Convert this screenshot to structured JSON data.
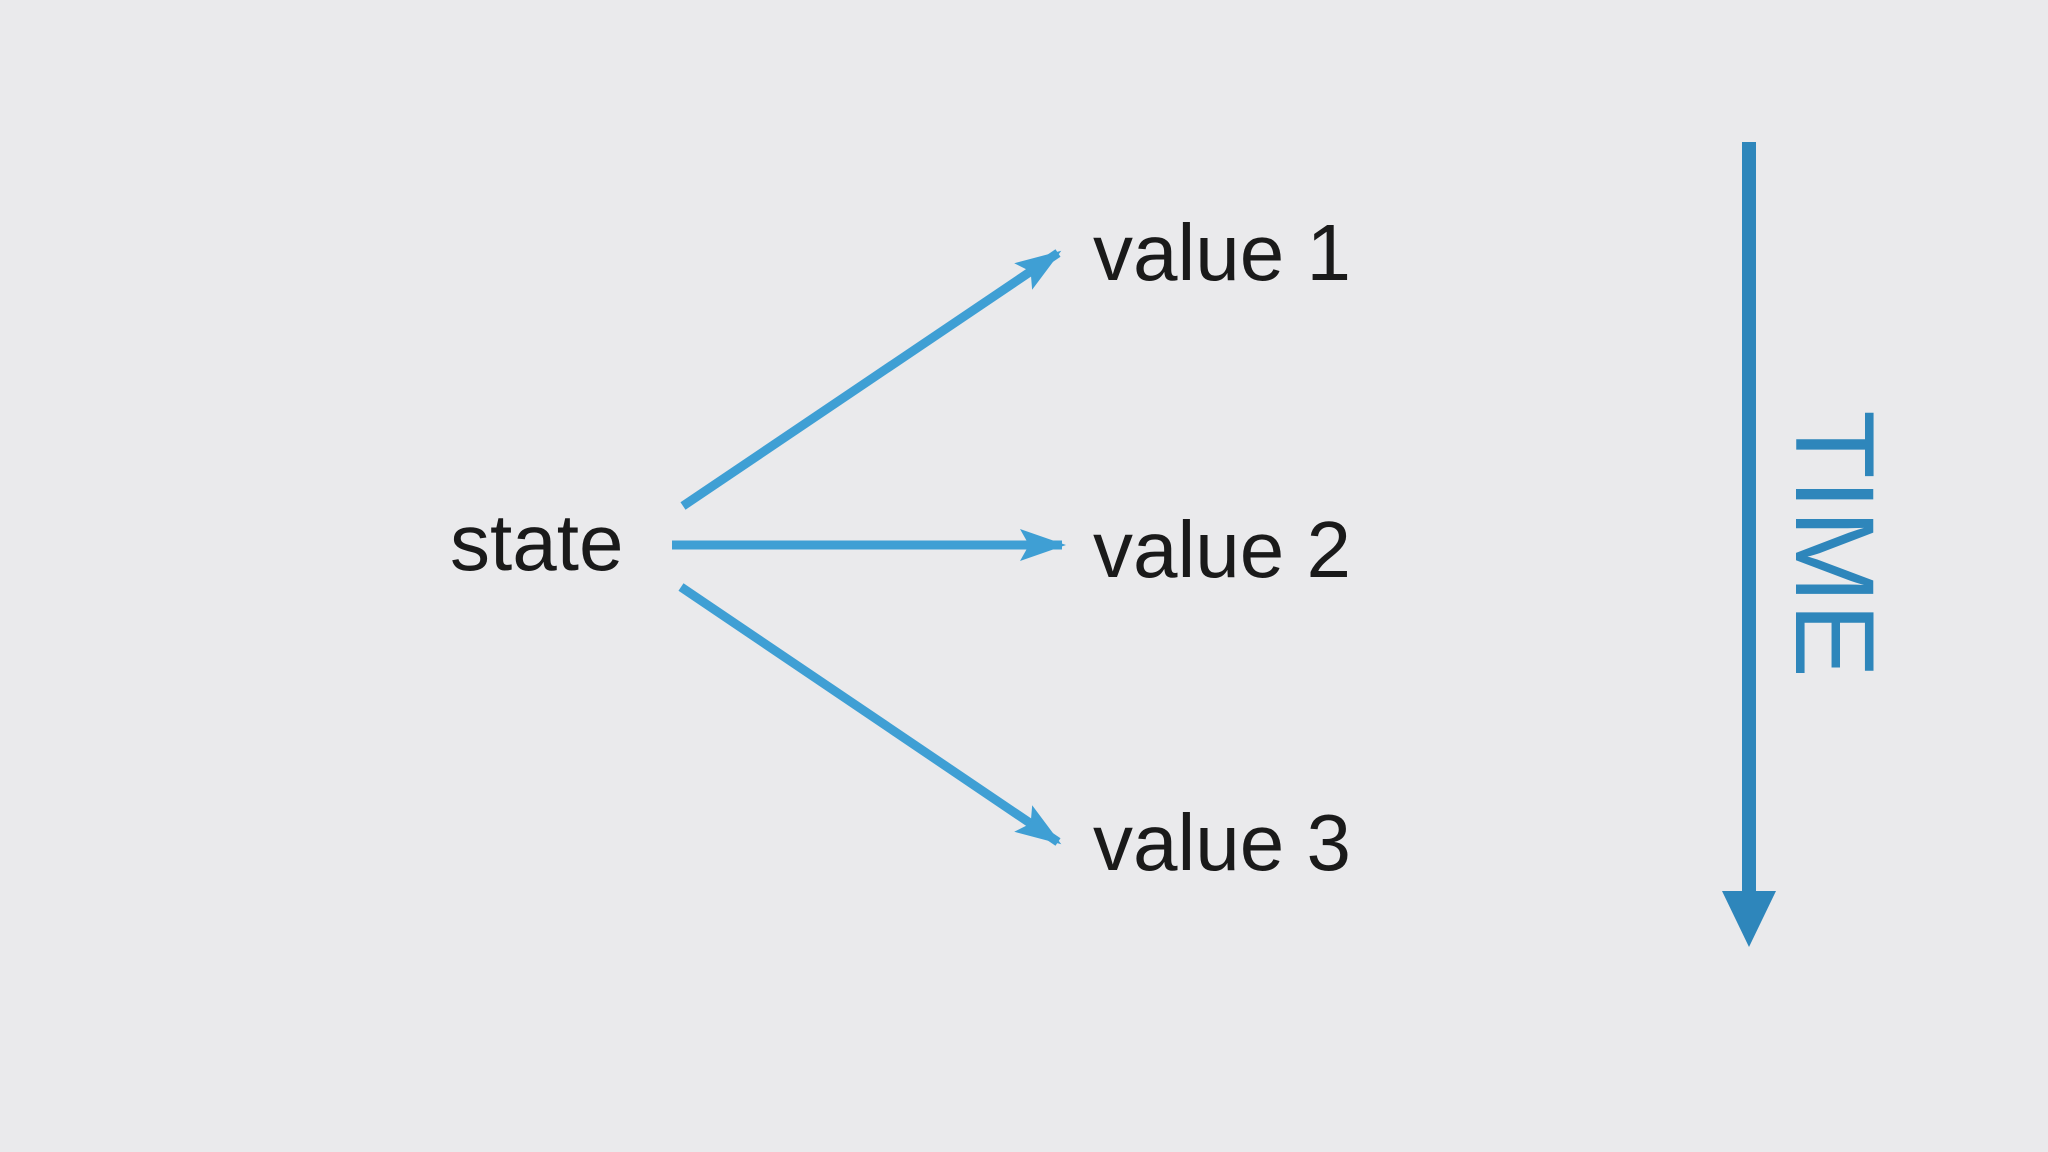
{
  "diagram": {
    "state_label": "state",
    "values": [
      {
        "label": "value 1"
      },
      {
        "label": "value 2"
      },
      {
        "label": "value 3"
      }
    ],
    "time_label": "TIME"
  },
  "colors": {
    "background": "#eaeaec",
    "fanout_arrow": "#3f9fd4",
    "time_arrow": "#2e86bb",
    "text": "#1a1a1a"
  }
}
